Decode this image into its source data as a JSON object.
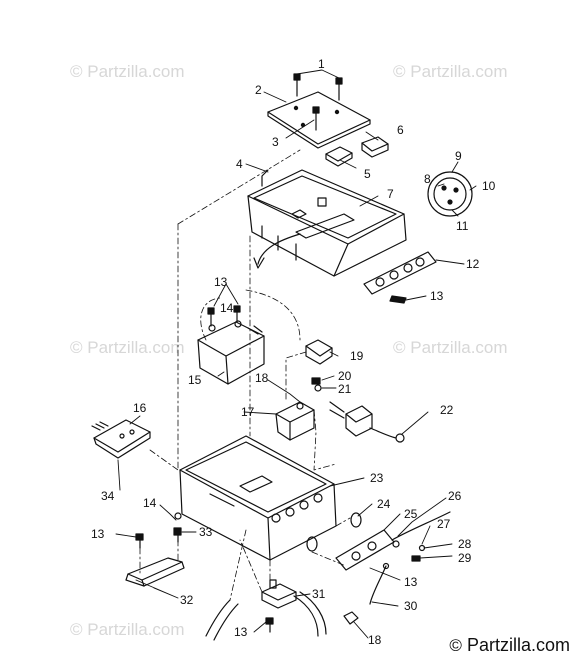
{
  "watermark": {
    "text": "© Partzilla.com",
    "color": "#d7d7d7"
  },
  "credit": {
    "symbol": "©",
    "text": "Partzilla.com"
  },
  "callouts": [
    {
      "label": "1"
    },
    {
      "label": "2"
    },
    {
      "label": "3"
    },
    {
      "label": "4"
    },
    {
      "label": "5"
    },
    {
      "label": "6"
    },
    {
      "label": "7"
    },
    {
      "label": "8"
    },
    {
      "label": "9"
    },
    {
      "label": "10"
    },
    {
      "label": "11"
    },
    {
      "label": "12"
    },
    {
      "label": "13"
    },
    {
      "label": "13"
    },
    {
      "label": "14"
    },
    {
      "label": "15"
    },
    {
      "label": "18"
    },
    {
      "label": "20"
    },
    {
      "label": "21"
    },
    {
      "label": "19"
    },
    {
      "label": "17"
    },
    {
      "label": "22"
    },
    {
      "label": "16"
    },
    {
      "label": "34"
    },
    {
      "label": "23"
    },
    {
      "label": "14"
    },
    {
      "label": "33"
    },
    {
      "label": "13"
    },
    {
      "label": "24"
    },
    {
      "label": "26"
    },
    {
      "label": "25"
    },
    {
      "label": "27"
    },
    {
      "label": "28"
    },
    {
      "label": "29"
    },
    {
      "label": "13"
    },
    {
      "label": "32"
    },
    {
      "label": "31"
    },
    {
      "label": "30"
    },
    {
      "label": "13"
    },
    {
      "label": "18"
    }
  ]
}
